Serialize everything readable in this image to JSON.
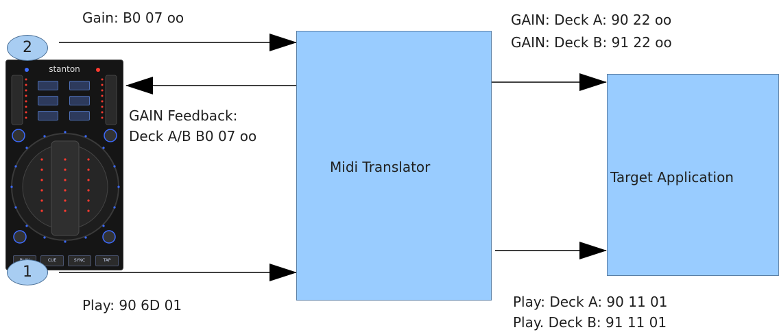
{
  "nodes": {
    "midi_translator": "Midi Translator",
    "target_application": "Target Application"
  },
  "labels": {
    "gain_in": "Gain: B0 07 oo",
    "gain_feedback_line1": "GAIN Feedback:",
    "gain_feedback_line2": "Deck A/B B0 07 oo",
    "play_in": "Play: 90 6D 01",
    "gain_out_a": "GAIN: Deck A: 90 22 oo",
    "gain_out_b": "GAIN: Deck B: 91 22 oo",
    "play_out_a": "Play: Deck A: 90 11 01",
    "play_out_b": "Play. Deck B: 91 11 01"
  },
  "callouts": {
    "top": "2",
    "bottom": "1"
  },
  "controller": {
    "brand": "stanton",
    "buttons": [
      "PLAY",
      "CUE",
      "SYNC",
      "TAP"
    ]
  },
  "colors": {
    "box_fill": "#99ccff",
    "box_border": "#5a7fa6",
    "callout_fill": "#a8cdf2",
    "led_red": "#ff3b30",
    "led_blue": "#3d6bff",
    "arrow": "#000000"
  }
}
